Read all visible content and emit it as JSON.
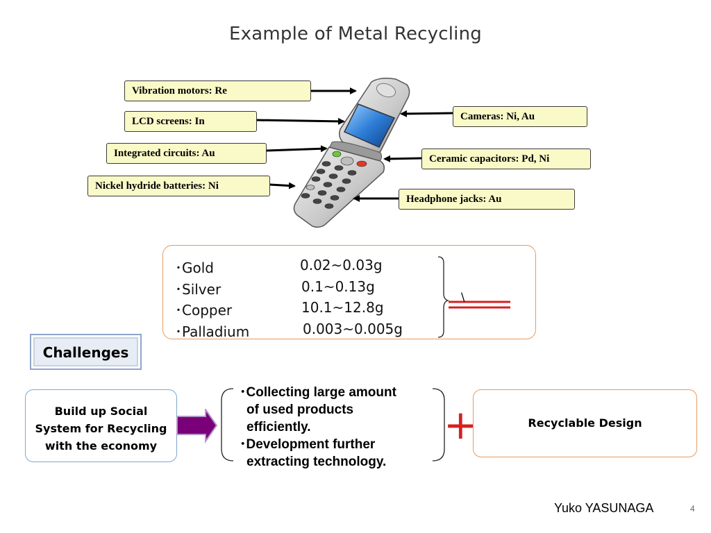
{
  "slide": {
    "title": "Example of Metal Recycling",
    "footer_author": "Yuko YASUNAGA",
    "page_number": "4"
  },
  "phone_parts": {
    "vibration": "Vibration motors: Re",
    "lcd": "LCD screens: In",
    "ic": "Integrated circuits: Au",
    "battery": "Nickel hydride batteries: Ni",
    "cameras": "Cameras: Ni,  Au",
    "capacitors": "Ceramic capacitors: Pd,  Ni",
    "headphone": "Headphone jacks: Au"
  },
  "metals": [
    {
      "bullet": "･",
      "name": "Gold",
      "amount": "0.02~0.03g"
    },
    {
      "bullet": "･",
      "name": "Silver",
      "amount": "0.1~0.13g"
    },
    {
      "bullet": "･",
      "name": "Copper",
      "amount": "10.1~12.8g"
    },
    {
      "bullet": "･",
      "name": "Palladium",
      "amount": "0.003~0.005g"
    }
  ],
  "not_equal_symbol": "\\",
  "challenges": {
    "heading": "Challenges",
    "social_system": "Build up Social System for Recycling with the economy",
    "items": [
      {
        "bullet": "･",
        "line1": "Collecting large amount",
        "line2": "of used products",
        "line3": "efficiently."
      },
      {
        "bullet": "･",
        "line1": "Development further",
        "line2": "extracting technology."
      }
    ],
    "plus": "+",
    "recyclable_design": "Recyclable Design"
  },
  "colors": {
    "label_fill": "#fafac8",
    "orange_border": "#e69a60",
    "blue_border": "#7fa6d0",
    "arrow_purple": "#7a007a",
    "red_accent": "#d62020"
  }
}
